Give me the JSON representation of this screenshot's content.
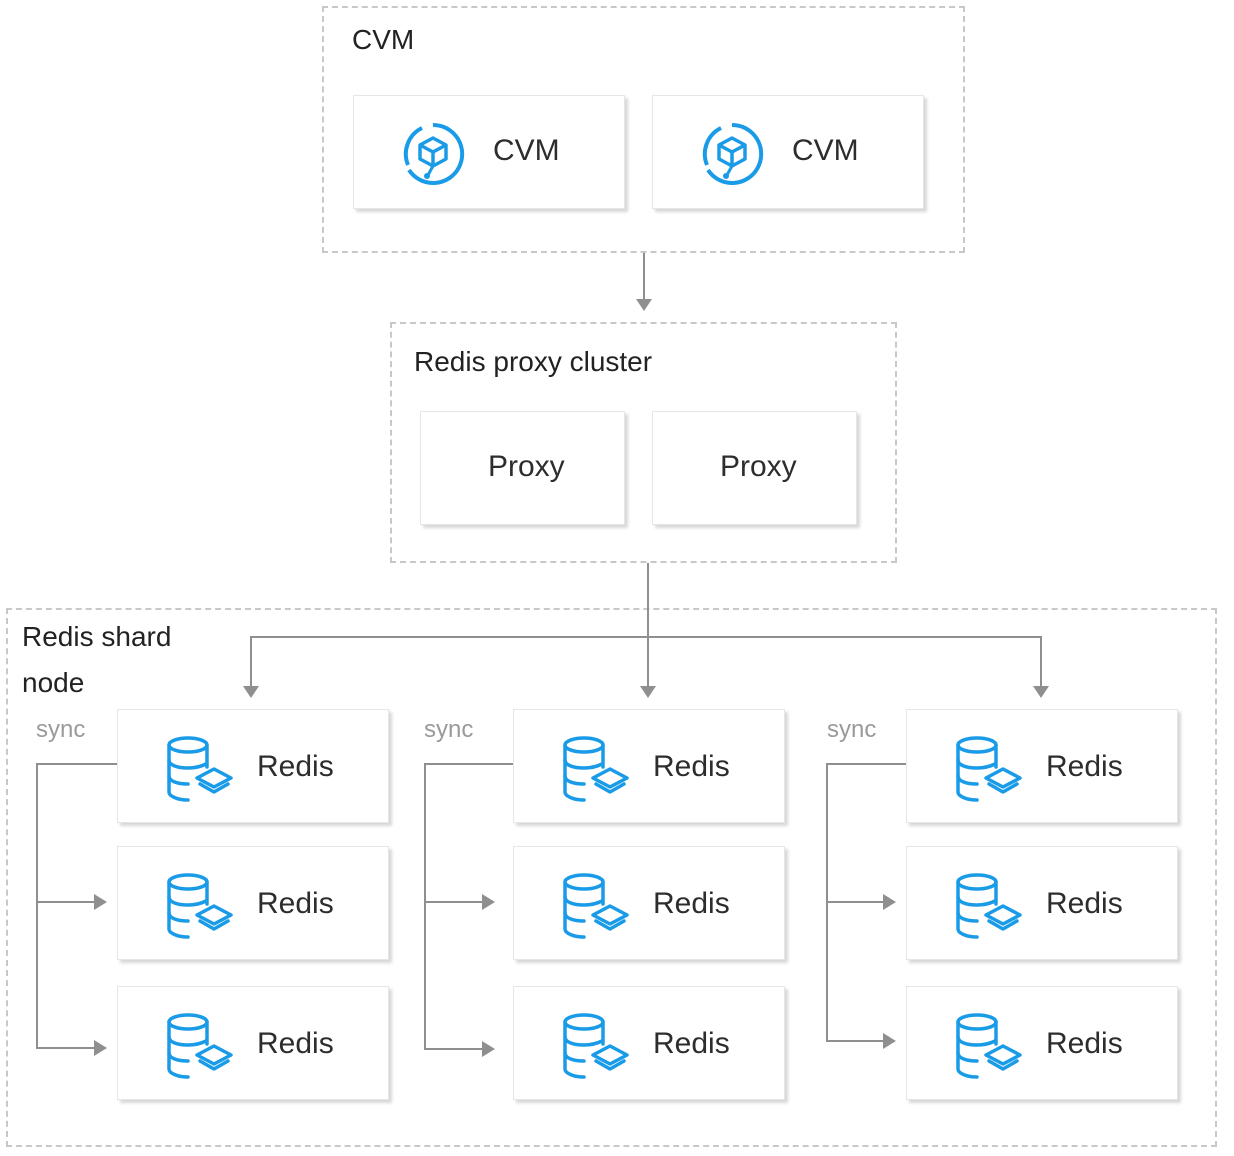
{
  "colors": {
    "accent": "#1a9be8",
    "connector": "#8f8f8f",
    "dashed_border": "#c8c8c8"
  },
  "cvm_group": {
    "title": "CVM",
    "nodes": [
      {
        "label": "CVM",
        "icon": "cvm-icon"
      },
      {
        "label": "CVM",
        "icon": "cvm-icon"
      }
    ]
  },
  "proxy_group": {
    "title": "Redis proxy cluster",
    "nodes": [
      {
        "label": "Proxy"
      },
      {
        "label": "Proxy"
      }
    ]
  },
  "shard_group": {
    "title_line1": "Redis shard",
    "title_line2": "node",
    "shards": [
      {
        "sync_label": "sync",
        "nodes": [
          {
            "label": "Redis",
            "icon": "redis-database-icon"
          },
          {
            "label": "Redis",
            "icon": "redis-database-icon"
          },
          {
            "label": "Redis",
            "icon": "redis-database-icon"
          }
        ]
      },
      {
        "sync_label": "sync",
        "nodes": [
          {
            "label": "Redis",
            "icon": "redis-database-icon"
          },
          {
            "label": "Redis",
            "icon": "redis-database-icon"
          },
          {
            "label": "Redis",
            "icon": "redis-database-icon"
          }
        ]
      },
      {
        "sync_label": "sync",
        "nodes": [
          {
            "label": "Redis",
            "icon": "redis-database-icon"
          },
          {
            "label": "Redis",
            "icon": "redis-database-icon"
          },
          {
            "label": "Redis",
            "icon": "redis-database-icon"
          }
        ]
      }
    ]
  }
}
